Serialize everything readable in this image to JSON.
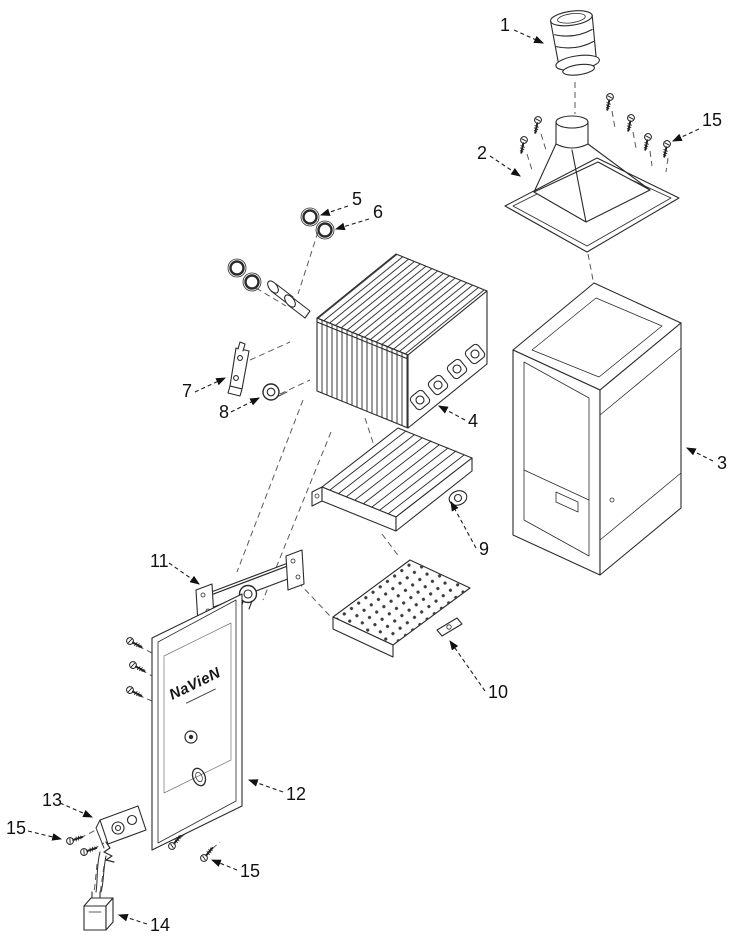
{
  "diagram": {
    "brand": "NaVieN",
    "colors": {
      "line": "#2b2b2b",
      "background": "#ffffff",
      "label": "#111111"
    },
    "callouts": [
      {
        "label": "1",
        "part": "exhaust-duct-adapter"
      },
      {
        "label": "2",
        "part": "top-panel-assembly"
      },
      {
        "label": "3",
        "part": "casing"
      },
      {
        "label": "4",
        "part": "heat-exchanger"
      },
      {
        "label": "5",
        "part": "o-ring-outer"
      },
      {
        "label": "6",
        "part": "o-ring-inner"
      },
      {
        "label": "7",
        "part": "fixing-bracket"
      },
      {
        "label": "8",
        "part": "bushing"
      },
      {
        "label": "9",
        "part": "burner-assembly"
      },
      {
        "label": "10",
        "part": "burner-base-plate"
      },
      {
        "label": "11",
        "part": "gas-manifold"
      },
      {
        "label": "12",
        "part": "front-panel"
      },
      {
        "label": "13",
        "part": "ignition-unit"
      },
      {
        "label": "14",
        "part": "transformer"
      },
      {
        "label": "15",
        "part": "screws-top"
      },
      {
        "label": "15",
        "part": "screws-left"
      },
      {
        "label": "15",
        "part": "screws-bottom"
      }
    ]
  }
}
